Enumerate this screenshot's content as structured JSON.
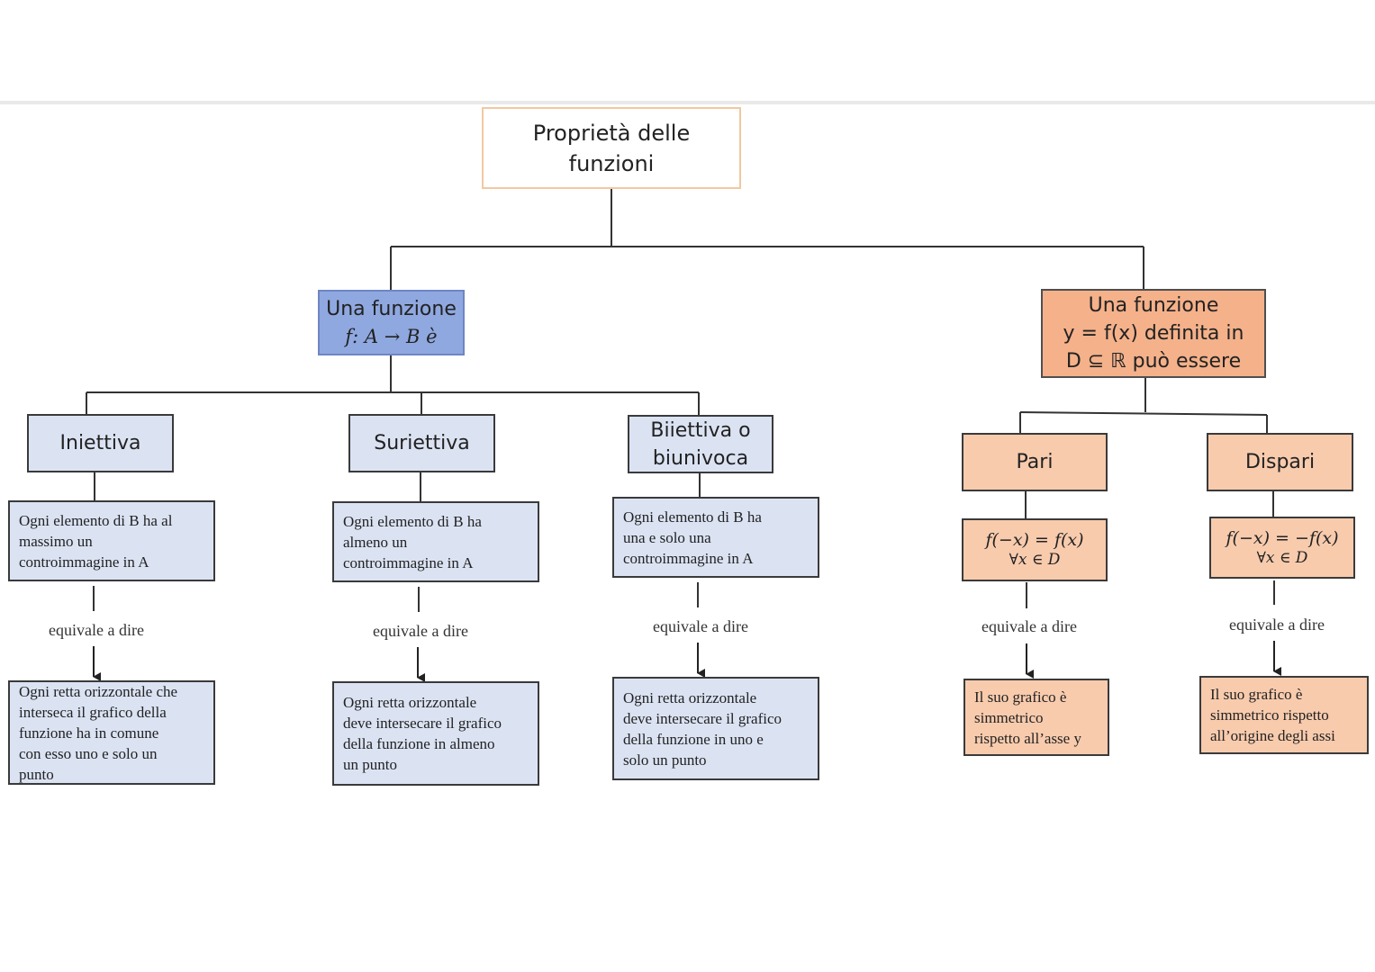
{
  "title": {
    "line1": "Proprietà delle",
    "line2": "funzioni"
  },
  "left_branch": {
    "header": {
      "line1": "Una funzione",
      "line2": "f: A → B è"
    },
    "items": [
      {
        "name": "Iniettiva",
        "definition": [
          "Ogni elemento  di B ha al",
          "massimo un",
          "controimmagine in A"
        ],
        "connector": "equivale a dire",
        "consequence": [
          "Ogni retta orizzontale che",
          "interseca il grafico della",
          "funzione ha in comune",
          "con esso uno e solo un",
          "punto"
        ]
      },
      {
        "name": "Suriettiva",
        "definition": [
          "Ogni elemento  di B ha",
          "almeno un",
          "controimmagine in A"
        ],
        "connector": "equivale a dire",
        "consequence": [
          "Ogni retta orizzontale",
          "deve intersecare il grafico",
          "della funzione in almeno",
          "un punto"
        ]
      },
      {
        "name_line1": "Biiettiva o",
        "name_line2": "biunivoca",
        "definition": [
          "Ogni elemento  di B ha",
          "una e solo una",
          "controimmagine in A"
        ],
        "connector": "equivale a dire",
        "consequence": [
          "Ogni retta orizzontale",
          "deve intersecare il grafico",
          "della funzione in uno e",
          "solo un punto"
        ]
      }
    ]
  },
  "right_branch": {
    "header": {
      "line1": "Una funzione",
      "line2": "y = f(x) definita in",
      "line3": "D ⊆ ℝ può essere"
    },
    "items": [
      {
        "name": "Pari",
        "formula": "f(−x) = f(x)",
        "domain": "∀x ∈ D",
        "connector": "equivale a dire",
        "consequence": [
          "Il suo grafico è",
          "simmetrico",
          "rispetto all’asse y"
        ]
      },
      {
        "name": "Dispari",
        "formula": "f(−x) = −f(x)",
        "domain": "∀x ∈ D",
        "connector": "equivale a dire",
        "consequence": [
          "Il suo grafico è",
          "simmetrico rispetto",
          "all’origine degli assi"
        ]
      }
    ]
  },
  "colors": {
    "blue_header": "#8fa8e0",
    "blue_box": "#dbe3f3",
    "orange_header": "#f4b18a",
    "orange_box": "#f8cbad",
    "title_border": "#f2c8a0"
  }
}
